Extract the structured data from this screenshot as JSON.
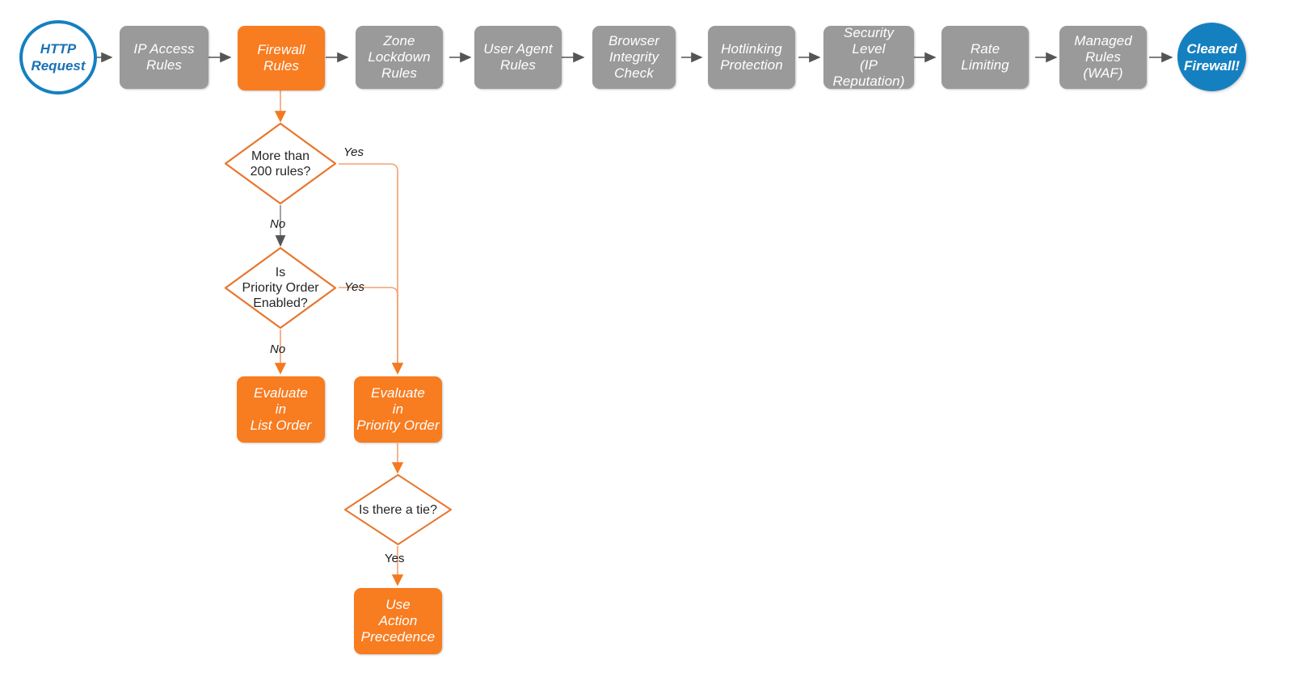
{
  "diagram": {
    "title": "Cloudflare Firewall Rules Evaluation Order",
    "colors": {
      "grey": "#9a9a9a",
      "orange": "#f87c20",
      "blue": "#1580c0",
      "orange_line": "#f4a070",
      "grey_line": "#555555",
      "text_dark": "#262626"
    }
  },
  "pipeline": {
    "start": {
      "label": "HTTP\nRequest",
      "shape": "circle",
      "style": "start"
    },
    "steps": [
      {
        "label": "IP Access\nRules",
        "shape": "process",
        "style": "grey"
      },
      {
        "label": "Firewall\nRules",
        "shape": "process",
        "style": "orange"
      },
      {
        "label": "Zone\nLockdown\nRules",
        "shape": "process",
        "style": "grey"
      },
      {
        "label": "User Agent\nRules",
        "shape": "process",
        "style": "grey"
      },
      {
        "label": "Browser\nIntegrity\nCheck",
        "shape": "process",
        "style": "grey"
      },
      {
        "label": "Hotlinking\nProtection",
        "shape": "process",
        "style": "grey"
      },
      {
        "label": "Security\nLevel\n(IP Reputation)",
        "shape": "process",
        "style": "grey"
      },
      {
        "label": "Rate\nLimiting",
        "shape": "process",
        "style": "grey"
      },
      {
        "label": "Managed\nRules\n(WAF)",
        "shape": "process",
        "style": "grey"
      }
    ],
    "end": {
      "label": "Cleared\nFirewall!",
      "shape": "circle",
      "style": "end"
    }
  },
  "detail_flow": {
    "decisions": [
      {
        "id": "more-than-200-rules",
        "label": "More than\n200 rules?"
      },
      {
        "id": "is-priority-order-enabled",
        "label": "Is\nPriority Order\nEnabled?"
      },
      {
        "id": "is-there-a-tie",
        "label": "Is there a tie?"
      }
    ],
    "outcomes": [
      {
        "id": "evaluate-in-list-order",
        "label": "Evaluate\nin\nList Order",
        "style": "orange"
      },
      {
        "id": "evaluate-in-priority-order",
        "label": "Evaluate\nin\nPriority Order",
        "style": "orange"
      },
      {
        "id": "use-action-precedence",
        "label": "Use\nAction\nPrecedence",
        "style": "orange"
      }
    ],
    "edge_labels": {
      "more_rules_yes": "Yes",
      "more_rules_no": "No",
      "priority_yes": "Yes",
      "priority_no": "No",
      "tie_yes": "Yes"
    }
  }
}
